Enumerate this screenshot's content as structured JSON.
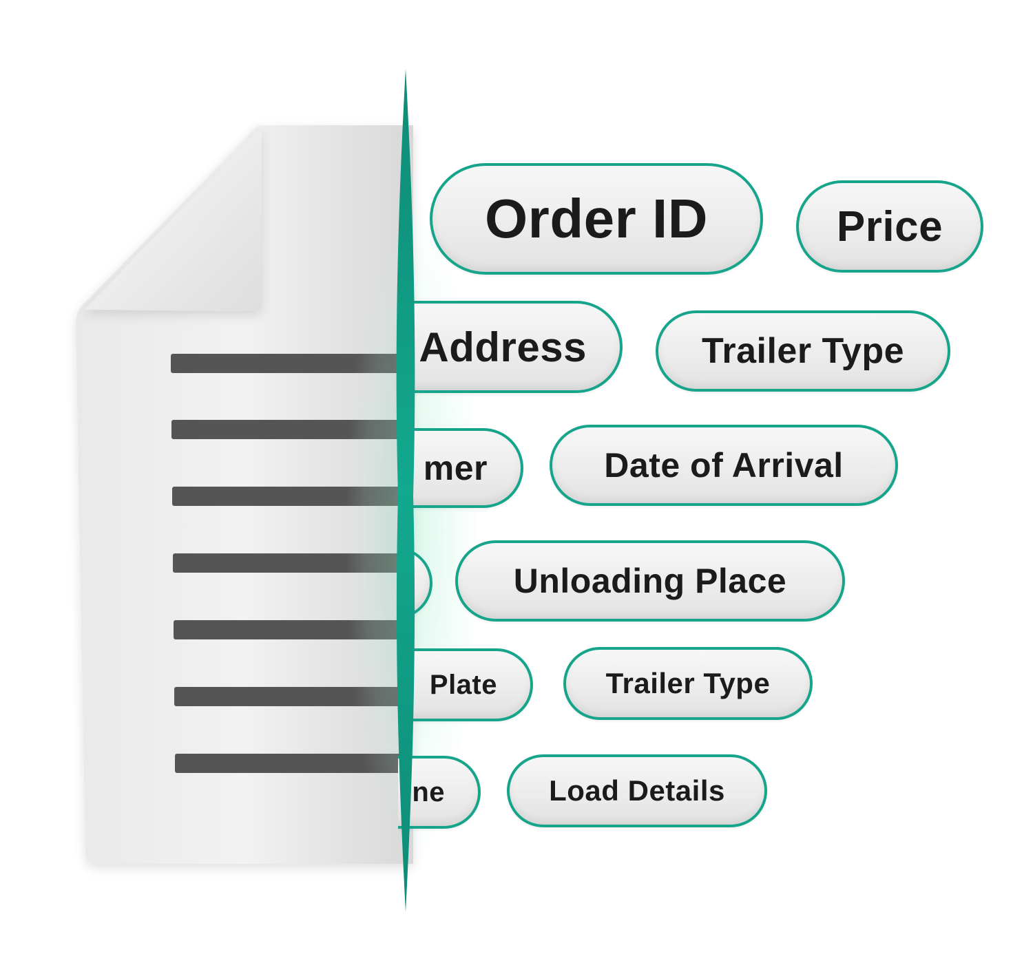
{
  "tags": [
    {
      "label": "Order ID"
    },
    {
      "label": "Price"
    },
    {
      "label": "Address"
    },
    {
      "label": "Trailer Type"
    },
    {
      "label": "mer"
    },
    {
      "label": "Date of Arrival"
    },
    {
      "label": ""
    },
    {
      "label": "Unloading Place"
    },
    {
      "label": "Plate"
    },
    {
      "label": "Trailer Type"
    },
    {
      "label": "ne"
    },
    {
      "label": "Load Details"
    }
  ],
  "colors": {
    "accent": "#16a58a",
    "document": "#efefef",
    "text_lines": "#555555",
    "text": "#1b1b1b"
  }
}
